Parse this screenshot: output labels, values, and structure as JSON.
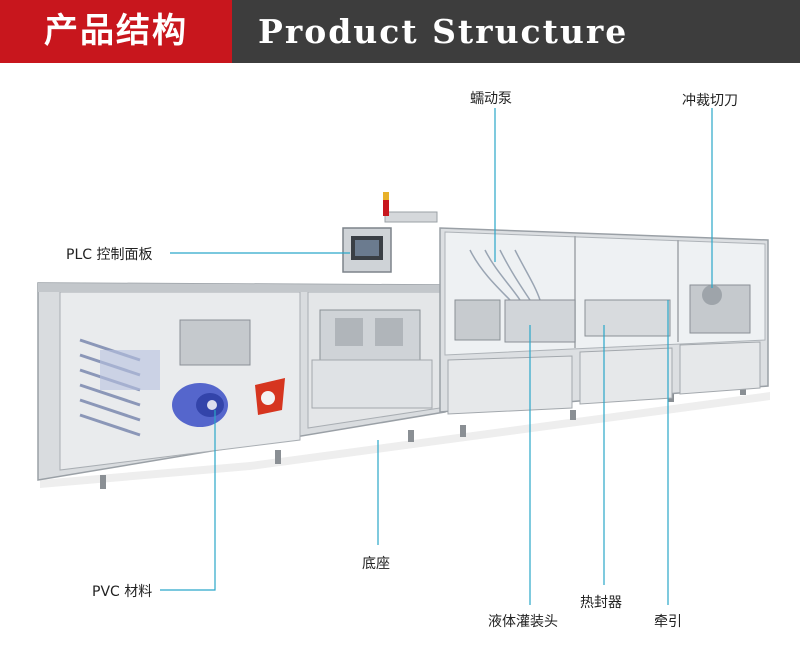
{
  "header": {
    "title_cn": "产品结构",
    "title_en": "Product Structure"
  },
  "labels": {
    "peristaltic_pump": "蠕动泵",
    "punch_cutter": "冲裁切刀",
    "plc_panel": "PLC 控制面板",
    "base": "底座",
    "pvc_material": "PVC 材料",
    "heat_sealer": "热封器",
    "liquid_filling_head": "液体灌装头",
    "traction": "牵引"
  },
  "colors": {
    "header_red": "#c8161d",
    "header_dark": "#3d3d3d",
    "leader_line": "#2aa7c9"
  }
}
